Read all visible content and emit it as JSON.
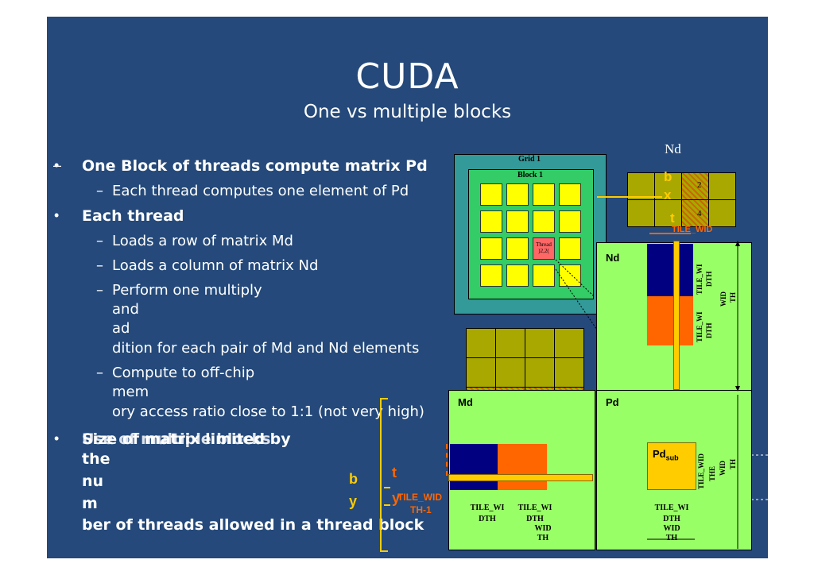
{
  "slide": {
    "title": "CUDA",
    "subtitle": "One vs multiple blocks",
    "bullets": [
      {
        "level": 1,
        "lines": [
          "One Block of threads compute matrix Pd"
        ]
      },
      {
        "level": 2,
        "lines": [
          "Each thread computes one element of Pd"
        ]
      },
      {
        "level": 1,
        "lines": [
          "Each thread"
        ]
      },
      {
        "level": 2,
        "lines": [
          "Loads a row of matrix Md"
        ]
      },
      {
        "level": 2,
        "lines": [
          "Loads a column of matrix Nd"
        ]
      },
      {
        "level": 2,
        "lines": [
          "Perform one multiply",
          "and",
          "ad",
          "dition for each pair of Md and Nd elements"
        ]
      },
      {
        "level": 2,
        "lines": [
          "Compute to off-chip",
          "mem",
          "ory access ratio close to 1:1 (not very high)"
        ]
      }
    ],
    "overlap_bullet": {
      "line1_a": "Size of matrix limited by",
      "line1_b": "Use of multiple blocks",
      "lines": [
        "the",
        "nu",
        "m",
        "ber of threads allowed in a thread block"
      ]
    },
    "bullet_marker": "•",
    "sub_marker": "–"
  },
  "diagram": {
    "grid_label": "Grid 1",
    "block_label": "Block 1",
    "thread_label_1": "Thread",
    "thread_label_2": ")2,2(",
    "nd_top_label": "Nd",
    "nd_inner_label": "Nd",
    "md_label": "Md",
    "pd_label": "Pd",
    "pdsub_label": "Pd",
    "pdsub_sub": "sub",
    "num_2": "2",
    "num_4": "4",
    "bx_letters": [
      "b",
      "x",
      "t"
    ],
    "by_letters": [
      "b",
      "y"
    ],
    "ty_letters": [
      "t",
      "y"
    ],
    "tile_wid_top": "TILE_WID",
    "tile_wid_left_1": "TILE_WID",
    "tile_wid_left_2": "TH-1",
    "tile_wi": "TILE_WI",
    "dth": "DTH",
    "wid": "WID",
    "th": "TH",
    "tile_wid_th": "TILE_WID",
    "the": "THE",
    "colors": {
      "slide_bg": "#24497a",
      "green": "#99ff66",
      "olive": "#a8a800",
      "navy": "#000080",
      "orange": "#ff6600",
      "yellow": "#ffff00",
      "gold": "#ffcc00",
      "teal": "#339999"
    }
  }
}
